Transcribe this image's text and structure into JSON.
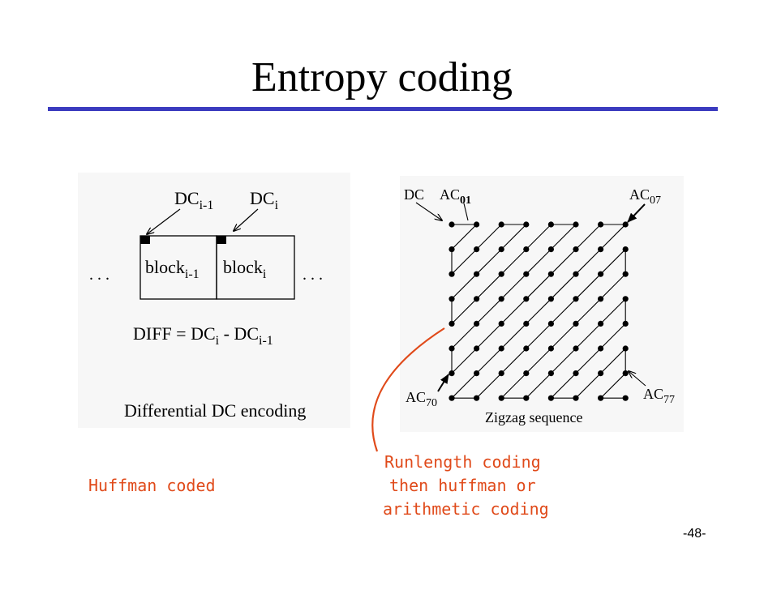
{
  "slide": {
    "title": "Entropy coding",
    "page_number": "-48-"
  },
  "left_diagram": {
    "dc_prev": "DC",
    "dc_prev_sub": "i-1",
    "dc_curr": "DC",
    "dc_curr_sub": "i",
    "block_prev": "block",
    "block_prev_sub": "i-1",
    "block_curr": "block",
    "block_curr_sub": "i",
    "ellipsis": ". . .",
    "diff_lhs": "DIFF = DC",
    "diff_sub_i": "i",
    "diff_minus": " - DC",
    "diff_sub_prev": "i-1",
    "caption": "Differential DC encoding"
  },
  "right_diagram": {
    "dc_label": "DC",
    "ac01": "AC",
    "ac01_sub": "01",
    "ac07": "AC",
    "ac07_sub": "07",
    "ac70": "AC",
    "ac70_sub": "70",
    "ac77": "AC",
    "ac77_sub": "77",
    "caption": "Zigzag sequence",
    "grid_size": 8
  },
  "annotations": {
    "huffman": "Huffman coded",
    "runlength_line1": "Runlength coding",
    "runlength_line2": "then huffman or",
    "runlength_line3": "arithmetic coding",
    "accent_color": "#e04a1a"
  }
}
